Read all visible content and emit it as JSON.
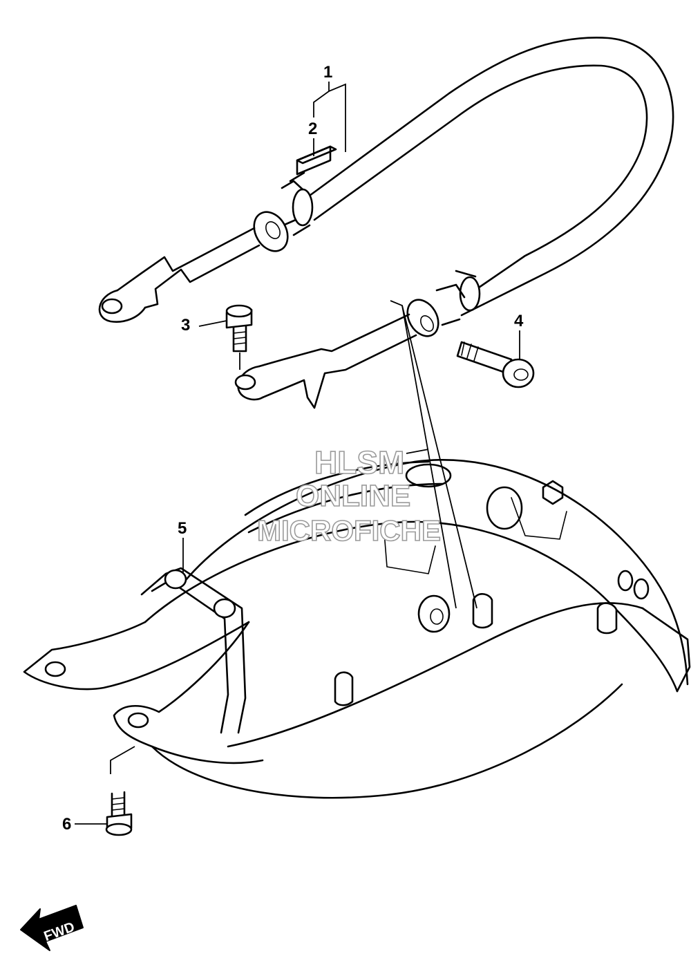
{
  "callouts": [
    {
      "id": "1",
      "label": "1"
    },
    {
      "id": "2",
      "label": "2"
    },
    {
      "id": "3",
      "label": "3"
    },
    {
      "id": "4",
      "label": "4"
    },
    {
      "id": "5",
      "label": "5"
    },
    {
      "id": "6",
      "label": "6"
    }
  ],
  "watermark": {
    "line1": "HLSM",
    "line2": "ONLINE",
    "line3": "MICROFICHE"
  },
  "fwd_arrow": {
    "label": "FWD"
  }
}
